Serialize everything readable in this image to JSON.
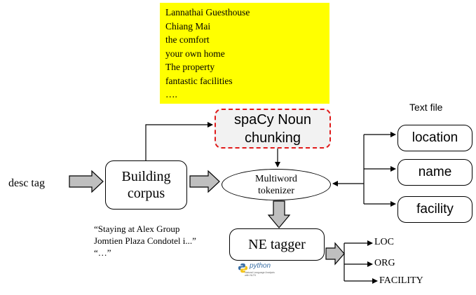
{
  "yellow_note": {
    "lines": [
      "Lannathai Guesthouse",
      "Chiang Mai",
      "the comfort",
      "your own home",
      "The property",
      "fantastic  facilities",
      "…."
    ]
  },
  "spacy": {
    "line1": "spaCy Noun",
    "line2": "chunking"
  },
  "text_file_label": "Text file",
  "text_files": [
    "location",
    "name",
    "facility"
  ],
  "desc_tag": "desc tag",
  "building_corpus": {
    "line1": "Building",
    "line2": "corpus"
  },
  "tokenizer": {
    "line1": "Multiword",
    "line2": "tokenizer"
  },
  "quote": {
    "line1": "“Staying at Alex Group",
    "line2": "Jomtien Plaza Condotel i...”",
    "line3": "“…”"
  },
  "ne_tagger": "NE tagger",
  "python_logo": {
    "word": "python",
    "sub": "Natural Language Analysis with NLTK"
  },
  "outputs": [
    "LOC",
    "ORG",
    "FACILITY"
  ],
  "colors": {
    "note_bg": "#ffff00",
    "spacy_border": "#e01b1b",
    "arrow_fill": "#bfbfbf"
  }
}
